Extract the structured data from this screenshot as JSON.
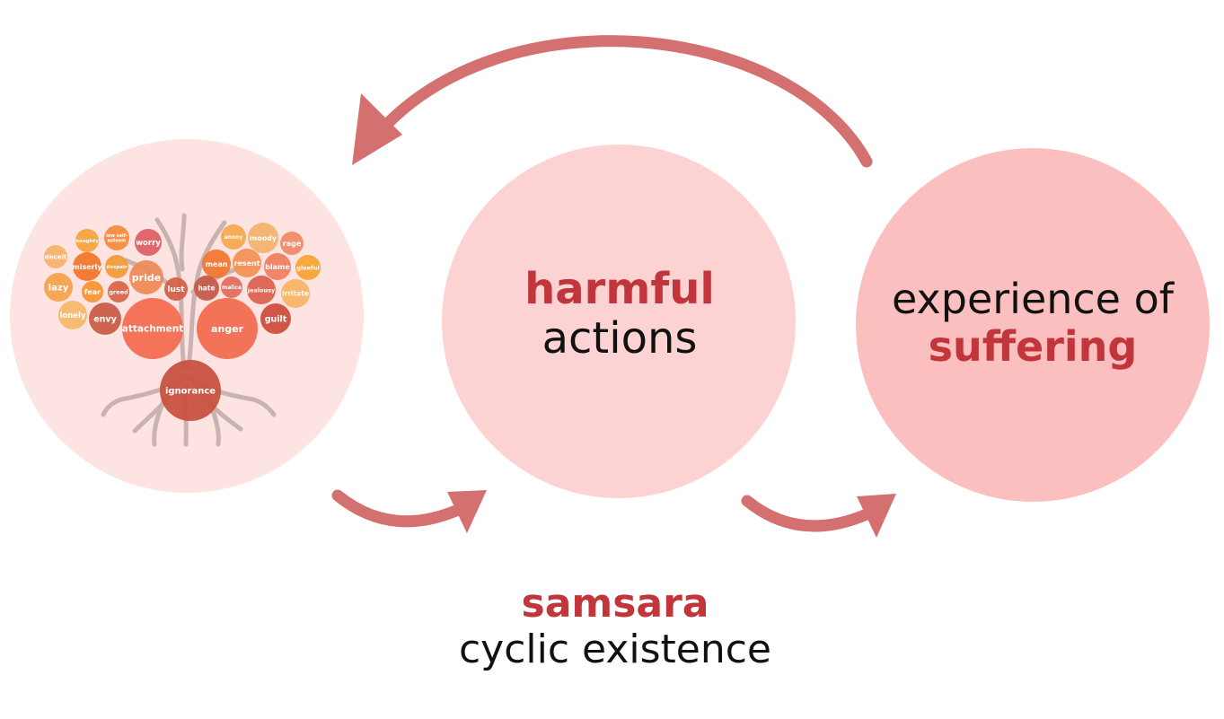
{
  "colors": {
    "accent_text": "#c2353a",
    "arrow": "#d4706f",
    "circle_left": "#fde3e1",
    "circle_middle": "#fcd3d2",
    "circle_right": "#fcbfbf",
    "tree": "#c9b3b0"
  },
  "tree": {
    "bubbles": [
      {
        "label": "haughty",
        "color": "#f7a23a"
      },
      {
        "label": "low self-esteem",
        "color": "#f58a38"
      },
      {
        "label": "worry",
        "color": "#de5f63"
      },
      {
        "label": "deceit",
        "color": "#f7b36a"
      },
      {
        "label": "miserly",
        "color": "#f2742a"
      },
      {
        "label": "despair",
        "color": "#f29a3a"
      },
      {
        "label": "pride",
        "color": "#ef8a56"
      },
      {
        "label": "lazy",
        "color": "#f4a24c"
      },
      {
        "label": "fear",
        "color": "#f6932f"
      },
      {
        "label": "greed",
        "color": "#d9644a"
      },
      {
        "label": "lust",
        "color": "#d45f46"
      },
      {
        "label": "lonely",
        "color": "#f7b869"
      },
      {
        "label": "envy",
        "color": "#c85a45"
      },
      {
        "label": "attachment",
        "color": "#f36a4f"
      },
      {
        "label": "annoy",
        "color": "#f6a850"
      },
      {
        "label": "moody",
        "color": "#f5b36a"
      },
      {
        "label": "rage",
        "color": "#f08a66"
      },
      {
        "label": "mean",
        "color": "#f2752d"
      },
      {
        "label": "resent",
        "color": "#f39154"
      },
      {
        "label": "blame",
        "color": "#ef7e5e"
      },
      {
        "label": "gleeful",
        "color": "#f7a532"
      },
      {
        "label": "hate",
        "color": "#c65848"
      },
      {
        "label": "malice",
        "color": "#e46c5c"
      },
      {
        "label": "jealousy",
        "color": "#d9614c"
      },
      {
        "label": "irritate",
        "color": "#f7b463"
      },
      {
        "label": "anger",
        "color": "#f26a4e"
      },
      {
        "label": "guilt",
        "color": "#cc4b3a"
      },
      {
        "label": "ignorance",
        "color": "#c8503e"
      }
    ]
  },
  "middle": {
    "line1": "harmful",
    "line2": "actions"
  },
  "right": {
    "line1": "experience of",
    "line2": "suffering"
  },
  "caption": {
    "title": "samsara",
    "subtitle": "cyclic existence"
  }
}
